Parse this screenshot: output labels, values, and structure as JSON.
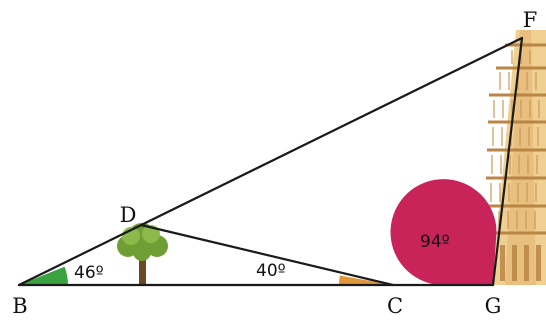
{
  "points": {
    "B": "B",
    "C": "C",
    "D": "D",
    "F": "F",
    "G": "G"
  },
  "angles": {
    "B": "46º",
    "C": "40º",
    "G": "94º"
  },
  "colors": {
    "line": "#1a1a1a",
    "angle_B": "#3aa33f",
    "angle_C": "#e0963a",
    "angle_G": "#c8245a",
    "tower_light": "#f0cf93",
    "tower_mid": "#e2b36d",
    "tower_dark": "#b98645",
    "tree_leaf": "#6f9e35",
    "tree_leaf_light": "#8cba4a",
    "tree_trunk": "#6a4a24"
  },
  "icons": {
    "tree": "tree-icon",
    "tower": "leaning-tower-icon"
  }
}
